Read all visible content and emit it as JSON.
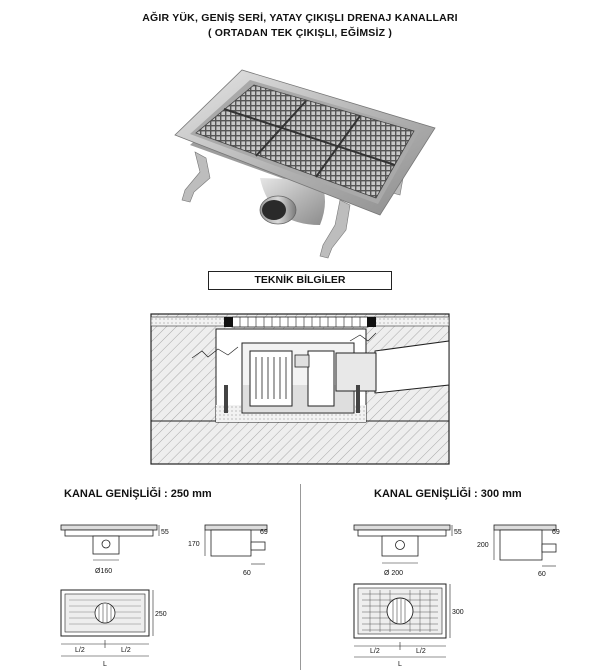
{
  "header": {
    "title_line1": "AĞIR YÜK, GENİŞ SERİ, YATAY ÇIKIŞLI DRENAJ KANALLARI",
    "title_line2": "( ORTADAN TEK ÇIKIŞLI, EĞİMSİZ )"
  },
  "section": {
    "tech_info": "TEKNİK BİLGİLER"
  },
  "left_panel": {
    "heading": "KANAL GENİŞLİĞİ : 250 mm",
    "dims": {
      "front_height": "55",
      "outlet_dia": "Ø160",
      "side_height": "170",
      "side_offset": "69",
      "side_outlet": "60",
      "plan_width": "250",
      "half_left": "L/2",
      "half_right": "L/2",
      "length": "L"
    }
  },
  "right_panel": {
    "heading": "KANAL GENİŞLİĞİ : 300 mm",
    "dims": {
      "front_height": "55",
      "outlet_dia": "Ø 200",
      "side_height": "200",
      "side_offset": "69",
      "side_outlet": "60",
      "plan_width": "300",
      "half_left": "L/2",
      "half_right": "L/2",
      "length": "L"
    }
  }
}
